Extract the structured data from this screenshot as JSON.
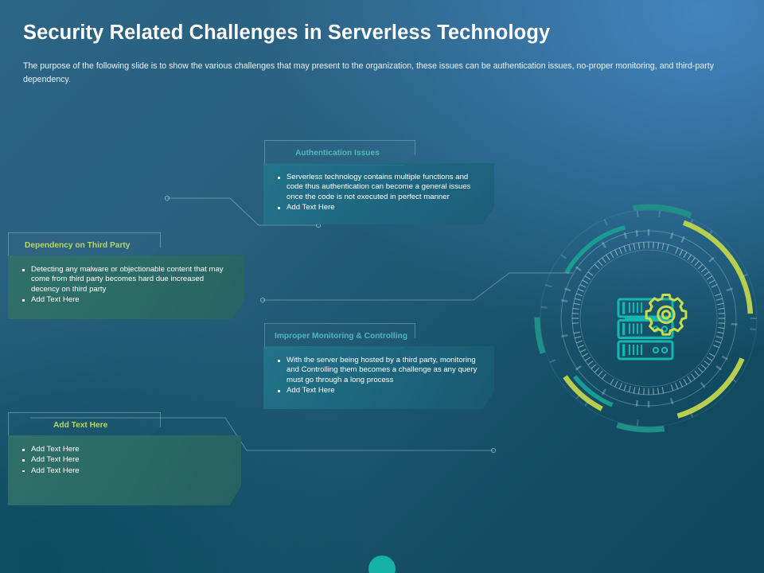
{
  "slide": {
    "title": "Security Related Challenges in Serverless Technology",
    "subtitle": "The purpose of the following slide is to show the various challenges that may present to the  organization, these issues can be authentication issues, no-proper monitoring, and third-party dependency."
  },
  "colors": {
    "background_top_left": "#2c6486",
    "background_top_right": "#4687c3",
    "background_bottom_left": "#0f475c",
    "card_blue_fill": "#22768c",
    "card_green_fill": "#327167",
    "heading_teal": "#4fb9ba",
    "heading_lime": "#b9d957",
    "accent_teal": "#14b1a4",
    "accent_lime": "#c3d94e",
    "title_text": "#ffffff",
    "body_text": "#ffffff"
  },
  "cards": [
    {
      "id": "authentication-issues",
      "heading": "Authentication Issues",
      "variant": "blue",
      "bullets": [
        "Serverless technology contains multiple functions and code thus authentication can become a general issues once the code is not executed in perfect manner",
        "Add Text Here"
      ]
    },
    {
      "id": "dependency-on-third-party",
      "heading": "Dependency on Third Party",
      "variant": "green",
      "bullets": [
        "Detecting any malware or objectionable content that may come from third party becomes hard due increased decency on third party",
        "Add Text Here"
      ]
    },
    {
      "id": "improper-monitoring-and-controlling",
      "heading": "Improper Monitoring & Controlling",
      "variant": "blue",
      "bullets": [
        "With the server being hosted by a third party, monitoring and Controlling them becomes a challenge as any query must go through a long process",
        "Add Text Here"
      ]
    },
    {
      "id": "add-text-here",
      "heading": "Add Text Here",
      "variant": "green",
      "bullets": [
        "Add Text Here",
        "Add Text Here",
        "Add Text Here"
      ]
    }
  ],
  "graphic": {
    "name": "server-gear-hud-circle",
    "description": "Circular HUD dial with server stack and gear icon at center"
  }
}
